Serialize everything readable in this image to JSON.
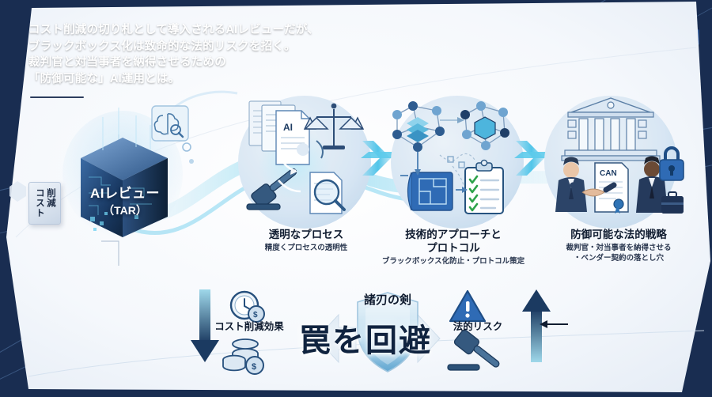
{
  "headline": {
    "lines": [
      "コスト削減の切り札として導入されるAIレビューだが、",
      "ブラックボックス化は致命的な法的リスクを招く。",
      "裁判官と対当事者を納得させるための",
      "「防御可能な」AI運用とは。"
    ]
  },
  "source_node": {
    "tag_chars": [
      "コスト",
      "削減"
    ],
    "title": "AIレビュー",
    "subtitle": "（TAR）",
    "brain_icon": "brain-magnifier-icon"
  },
  "stages": [
    {
      "id": "transparent-process",
      "title": "透明なプロセス",
      "subtitle": "精度くプロセスの透明性",
      "doc_label": "AI",
      "icons": [
        "documents-icon",
        "scales-of-justice-icon",
        "gavel-icon",
        "magnifier-document-icon"
      ]
    },
    {
      "id": "technical-approach",
      "title": "技術的アプローチと\nプロトコル",
      "title_lines": [
        "技術的アプローチと",
        "プロトコル"
      ],
      "subtitle": "ブラックボックス化防止・プロトコル策定",
      "icons": [
        "network-nodes-icon",
        "cube-network-icon",
        "blueprint-icon",
        "checklist-icon"
      ]
    },
    {
      "id": "defensible-legal-strategy",
      "title": "防御可能な法的戦略",
      "subtitle_lines": [
        "裁判官・対当事者を納得させる",
        "・ベンダー契約の落とし穴"
      ],
      "doc_label": "CAN",
      "icons": [
        "courthouse-icon",
        "handshake-icon",
        "contract-seal-icon",
        "padlock-icon",
        "briefcase-icon"
      ]
    }
  ],
  "bottom": {
    "left_label": "コスト削減効果",
    "left_icons": [
      "clock-coin-icon",
      "coin-stack-icon"
    ],
    "left_arrow": "down-arrow",
    "right_label": "法的リスク",
    "right_icons": [
      "warning-triangle-icon",
      "gavel-icon"
    ],
    "right_arrow": "up-arrow",
    "center_caption": "諸刃の剣",
    "center_text": "罠を回避",
    "center_icon": "shield-icon"
  },
  "colors": {
    "background_navy": "#17294a",
    "panel_white": "#f4f7fb",
    "accent_cyan": "#38c6ea",
    "accent_blue": "#2f6bb5",
    "deep_navy": "#10233f",
    "check_green": "#2ea34a"
  }
}
